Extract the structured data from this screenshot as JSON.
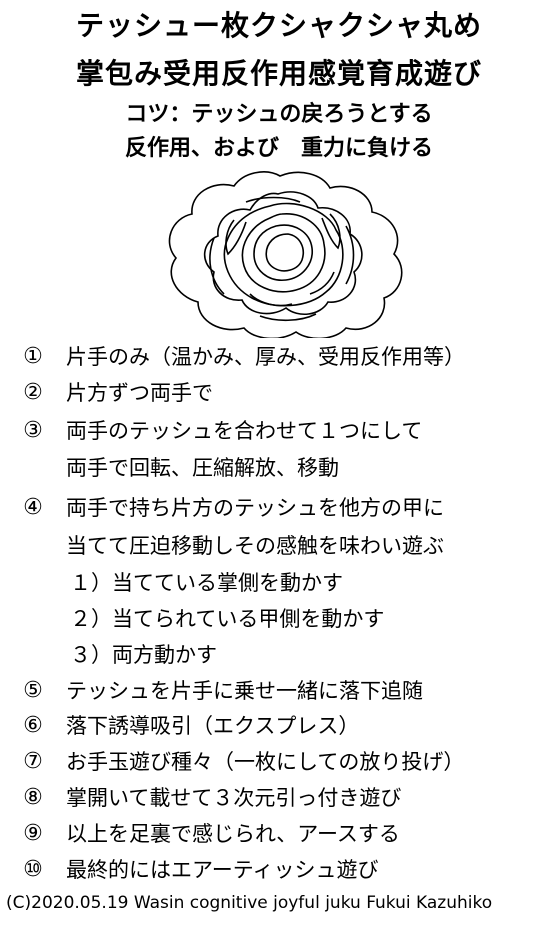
{
  "title": {
    "line1": "テッシュー枚クシャクシャ丸め",
    "line2": "掌包み受用反作用感覚育成遊び",
    "line3": "コツ：テッシュの戻ろうとする",
    "line4": "反作用、および　重力に負ける"
  },
  "items": [
    {
      "num": "①",
      "text": "片手のみ（温かみ、厚み、受用反作用等）"
    },
    {
      "num": "②",
      "text": "片方ずつ両手で"
    },
    {
      "num": "③",
      "text": "両手のテッシュを合わせて１つにして"
    },
    {
      "num": "",
      "text": "両手で回転、圧縮解放、移動"
    },
    {
      "num": "④",
      "text": "両手で持ち片方のテッシュを他方の甲に"
    },
    {
      "num": "",
      "text": "当てて圧迫移動しその感触を味わい遊ぶ"
    },
    {
      "num": "",
      "text": "１）当てている掌側を動かす"
    },
    {
      "num": "",
      "text": "２）当てられている甲側を動かす"
    },
    {
      "num": "",
      "text": "３）両方動かす"
    },
    {
      "num": "⑤",
      "text": "テッシュを片手に乗せ一緒に落下追随"
    },
    {
      "num": "⑥",
      "text": "落下誘導吸引（エクスプレス）"
    },
    {
      "num": "⑦",
      "text": "お手玉遊び種々（一枚にしての放り投げ）"
    },
    {
      "num": "⑧",
      "text": "掌開いて載せて３次元引っ付き遊び"
    },
    {
      "num": "⑨",
      "text": "以上を足裏で感じられ、アースする"
    },
    {
      "num": "⑩",
      "text": "最終的にはエアーティッシュ遊び"
    }
  ],
  "footer": "(C)2020.05.19 Wasin cognitive  joyful juku Fukui Kazuhiko"
}
